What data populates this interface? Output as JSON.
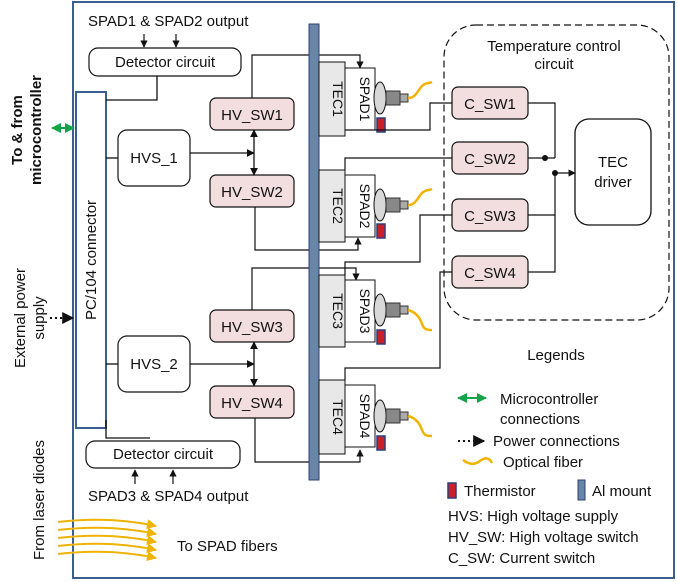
{
  "side_labels": {
    "microcontroller": "To & from microcontroller",
    "power": "External power supply",
    "laser": "From laser diodes"
  },
  "connector": "PC/104 connector",
  "detector_top": {
    "label": "Detector circuit",
    "output": "SPAD1 & SPAD2 output"
  },
  "detector_bottom": {
    "label": "Detector circuit",
    "output": "SPAD3 & SPAD4 output"
  },
  "hvs": [
    "HVS_1",
    "HVS_2"
  ],
  "hv_sw": [
    "HV_SW1",
    "HV_SW2",
    "HV_SW3",
    "HV_SW4"
  ],
  "tec": [
    "TEC1",
    "TEC2",
    "TEC3",
    "TEC4"
  ],
  "spad": [
    "SPAD1",
    "SPAD2",
    "SPAD3",
    "SPAD4"
  ],
  "temp_control": {
    "title_line1": "Temperature control",
    "title_line2": "circuit"
  },
  "c_sw": [
    "C_SW1",
    "C_SW2",
    "C_SW3",
    "C_SW4"
  ],
  "tec_driver": {
    "line1": "TEC",
    "line2": "driver"
  },
  "to_spad_fibers": "To SPAD fibers",
  "legends": {
    "title": "Legends",
    "micro_line1": "Microcontroller",
    "micro_line2": "connections",
    "power": "Power connections",
    "fiber": "Optical fiber",
    "thermistor": "Thermistor",
    "mount": "Al mount",
    "hvs_def": "HVS: High voltage supply",
    "hvsw_def": "HV_SW: High voltage switch",
    "csw_def": "C_SW: Current switch"
  },
  "colors": {
    "switch_fill": "#f2dede",
    "connector_border": "#3a5f8f",
    "mount": "#6a86a6",
    "thermistor_body": "#c9202a",
    "thermistor_outline": "#2c3f7a",
    "fiber": "#f0b400",
    "micro_arrow": "#17a34a"
  }
}
